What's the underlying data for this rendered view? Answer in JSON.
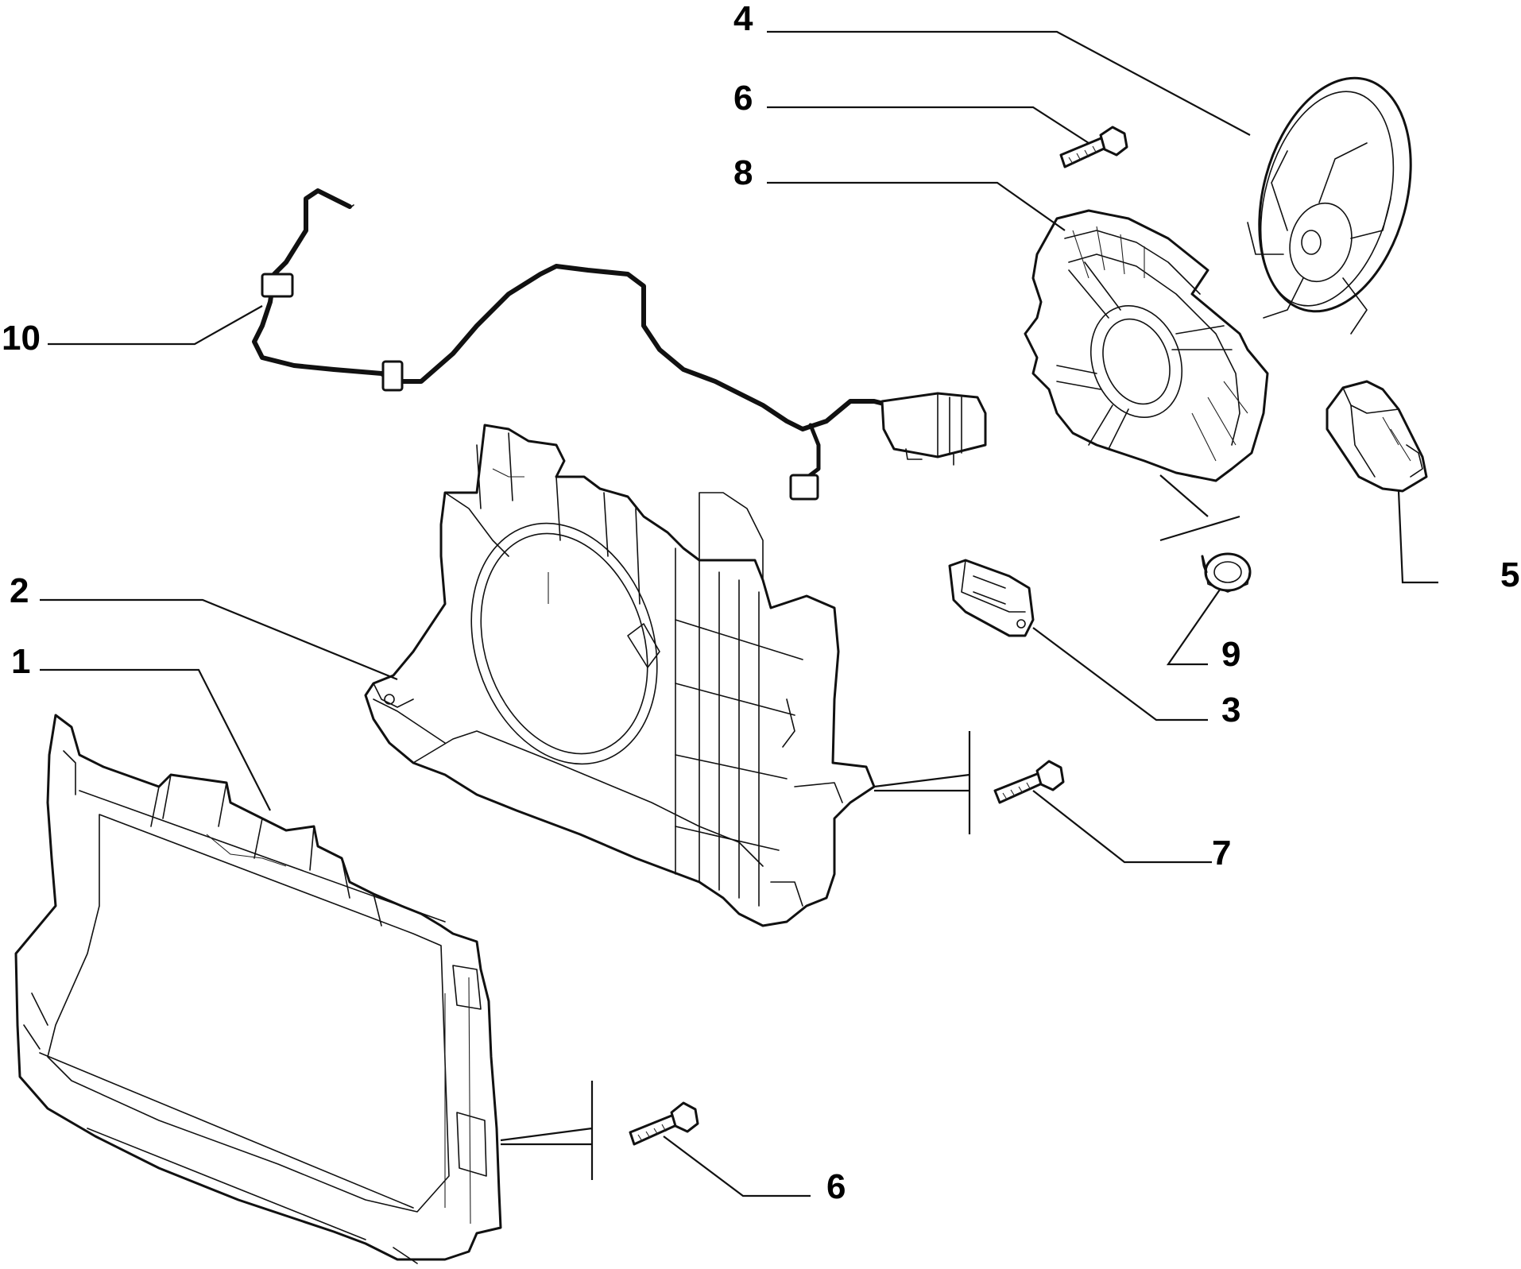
{
  "callouts": {
    "c1": "1",
    "c2": "2",
    "c3": "3",
    "c4": "4",
    "c5": "5",
    "c6_top": "6",
    "c6_bottom": "6",
    "c7": "7",
    "c8": "8",
    "c9": "9",
    "c10": "10"
  },
  "icons": {
    "radiator_frame": "radiator-frame-icon",
    "fan_shroud": "fan-shroud-icon",
    "resistor": "resistor-icon",
    "fan_blade": "fan-blade-icon",
    "fan_motor": "fan-motor-icon",
    "bolt": "bolt-icon",
    "bushing": "bushing-icon",
    "wiring_harness": "wiring-harness-icon"
  },
  "colors": {
    "line": "#111111",
    "background": "#ffffff"
  }
}
